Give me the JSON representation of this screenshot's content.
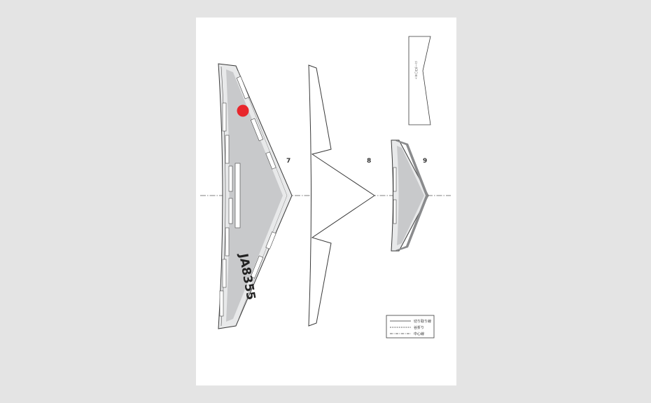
{
  "parts": [
    {
      "id": "part-7",
      "number": "7"
    },
    {
      "id": "part-8",
      "number": "8"
    },
    {
      "id": "part-9",
      "number": "9"
    }
  ],
  "registration": "JA8355",
  "tab_label": "ロ—ダ2〇ヨト",
  "legend": {
    "cut_line": "切り取り線",
    "fold_line": "谷折り",
    "center_line": "中心線"
  },
  "colors": {
    "background": "#e4e4e4",
    "sheet": "#ffffff",
    "wing_light": "#e8e9ea",
    "wing_dark": "#c8c9cb",
    "outline": "#3a3a3a",
    "red_dot": "#e8262c"
  }
}
